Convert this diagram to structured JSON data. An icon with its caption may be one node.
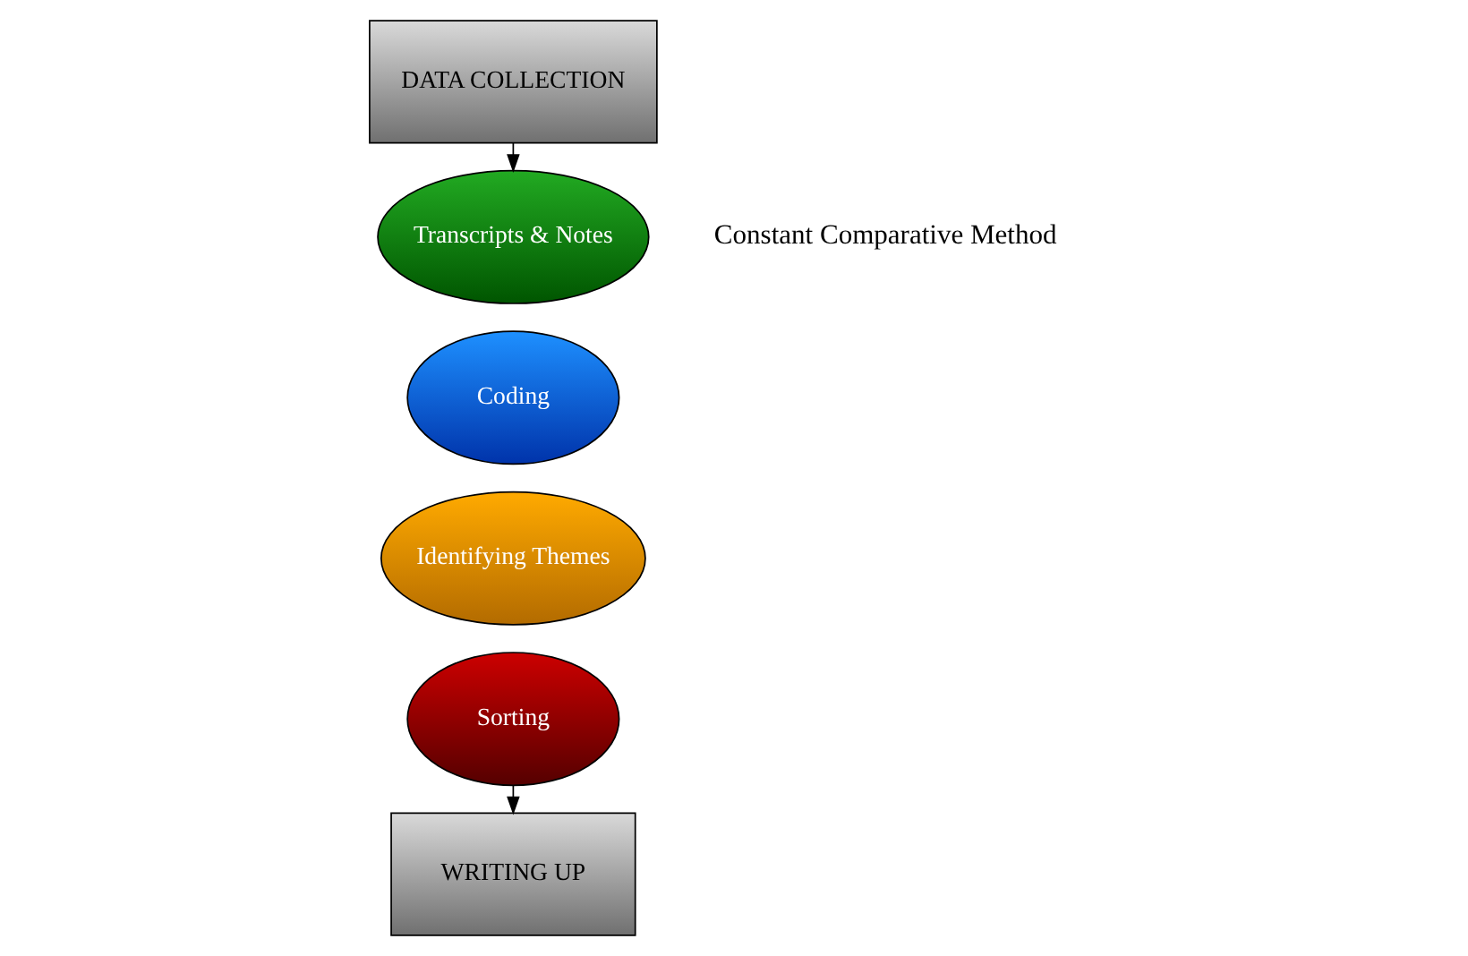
{
  "diagram": {
    "nodes": [
      {
        "text": [
          "DATA COLLECTION"
        ]
      },
      {
        "text": [
          "Transcripts & Notes"
        ]
      },
      {
        "text": [
          "Coding"
        ]
      },
      {
        "text": [
          "Identifying Themes"
        ]
      },
      {
        "text": [
          "Sorting"
        ]
      },
      {
        "text": [
          "WRITING UP"
        ]
      }
    ],
    "edges": [
      {
        "from": 0,
        "to": 1,
        "arrow": "to"
      },
      {
        "from": 4,
        "to": 5,
        "arrow": "to"
      }
    ],
    "labels": [
      "Constant Comparative Method"
    ]
  }
}
